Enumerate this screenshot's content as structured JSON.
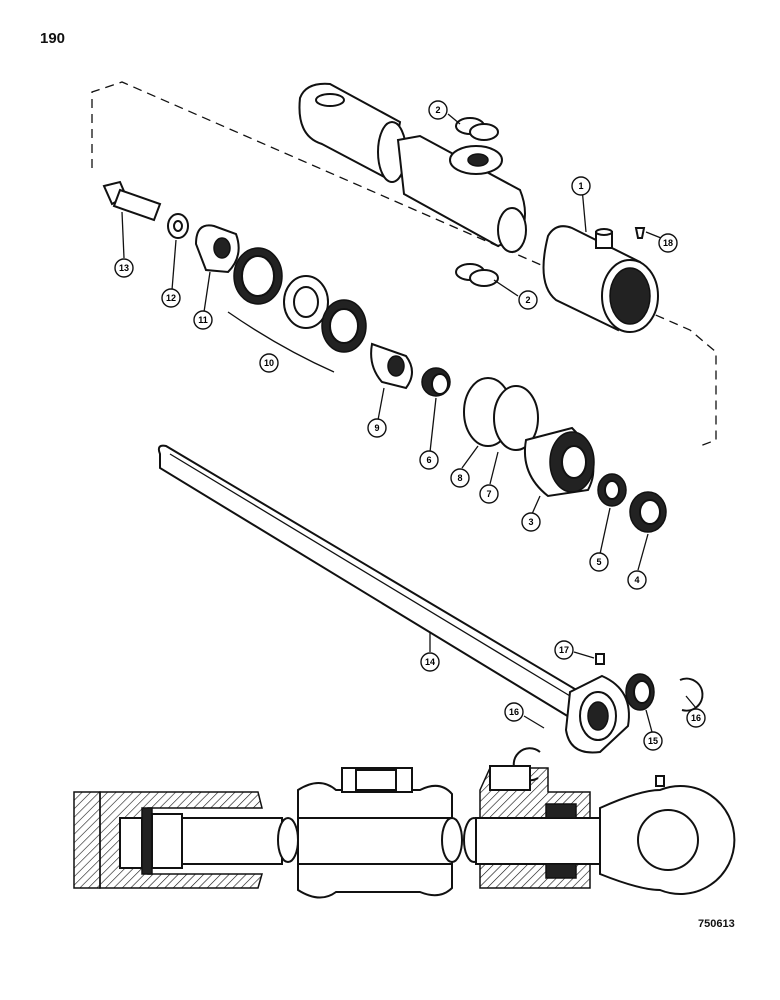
{
  "page_number": "190",
  "drawing_code": "750613",
  "callouts": {
    "c1": "1",
    "c2a": "2",
    "c2b": "2",
    "c3": "3",
    "c4": "4",
    "c5": "5",
    "c6": "6",
    "c7": "7",
    "c8": "8",
    "c9": "9",
    "c10": "10",
    "c11": "11",
    "c12": "12",
    "c13": "13",
    "c14": "14",
    "c15": "15",
    "c16a": "16",
    "c16b": "16",
    "c17": "17",
    "c18": "18"
  }
}
